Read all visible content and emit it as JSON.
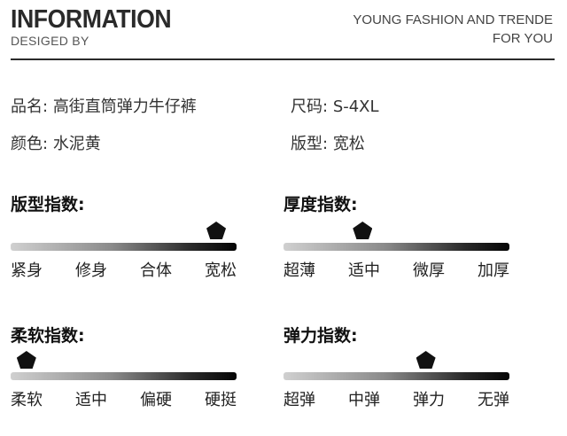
{
  "header": {
    "title": "INFORMATION",
    "subtitle": "DESIGED BY",
    "tagline_line1": "YOUNG FASHION AND TRENDE",
    "tagline_line2": "FOR YOU"
  },
  "info": {
    "name_label": "品名:",
    "name_value": "高街直筒弹力牛仔裤",
    "size_label": "尺码:",
    "size_value": "S-4XL",
    "color_label": "颜色:",
    "color_value": "水泥黄",
    "fit_label": "版型:",
    "fit_value": "宽松"
  },
  "scales": [
    {
      "title": "版型指数:",
      "labels": [
        "紧身",
        "修身",
        "合体",
        "宽松"
      ],
      "selected": "宽松",
      "level": 0.91
    },
    {
      "title": "厚度指数:",
      "labels": [
        "超薄",
        "适中",
        "微厚",
        "加厚"
      ],
      "selected": "适中",
      "level": 0.35
    },
    {
      "title": "柔软指数:",
      "labels": [
        "柔软",
        "适中",
        "偏硬",
        "硬挺"
      ],
      "selected": "柔软",
      "level": 0.07
    },
    {
      "title": "弹力指数:",
      "labels": [
        "超弹",
        "中弹",
        "弹力",
        "无弹"
      ],
      "selected": "弹力",
      "level": 0.63
    }
  ]
}
